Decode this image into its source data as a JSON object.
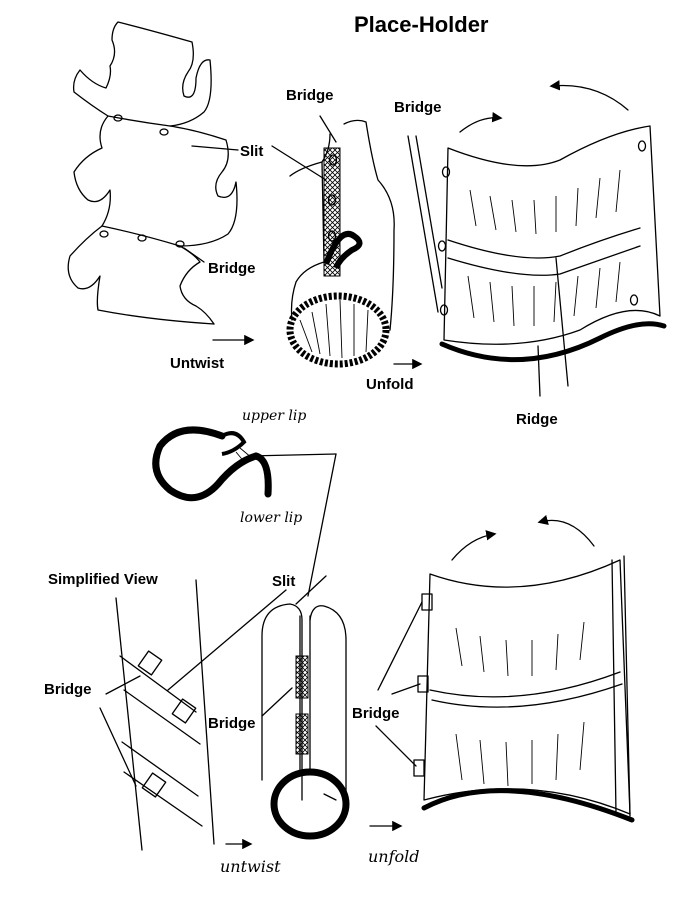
{
  "title": "Place-Holder",
  "labels": {
    "bridge": "Bridge",
    "slit": "Slit",
    "untwist": "Untwist",
    "unfold": "Unfold",
    "ridge": "Ridge",
    "simplified_view": "Simplified View",
    "upper_lip": "upper lip",
    "lower_lip": "lower lip",
    "untwist_hand": "untwist",
    "unfold_hand": "unfold"
  }
}
